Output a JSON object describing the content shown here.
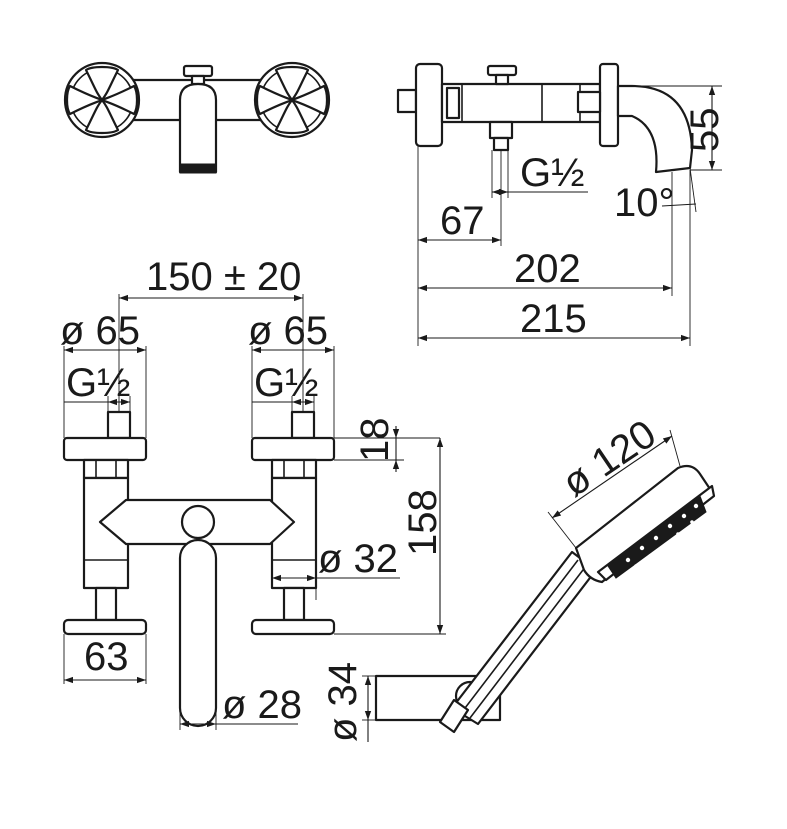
{
  "labels": {
    "outlet_thread": "G½",
    "outlet_offset": "67",
    "spout_drop": "55",
    "spout_angle": "10°",
    "length_to_spout": "202",
    "overall_length": "215",
    "inlet_spacing": "150 ± 20",
    "handle_diameter_left": "ø 65",
    "handle_diameter_right": "ø 65",
    "inlet_thread_left": "G½",
    "inlet_thread_right": "G½",
    "flange_height": "18",
    "overall_height": "158",
    "body_diameter": "ø 32",
    "spout_diameter": "ø 28",
    "escutcheon_width": "63",
    "shower_head_diameter": "ø 120",
    "holder_diameter": "ø 34"
  }
}
